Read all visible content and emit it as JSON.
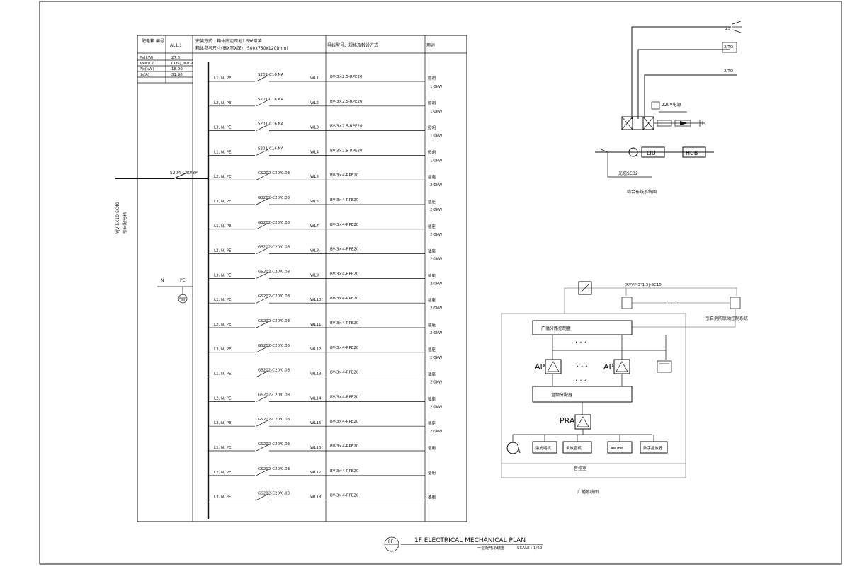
{
  "panel": {
    "header_id_label": "配电箱\n编号",
    "header_id_value": "AL1.1",
    "install_mode": "安装方式：箱体底边距地1.5米暗装",
    "box_size": "箱体参考尺寸(高X宽X深)：500x750x120(mm)",
    "col_cable": "导线型号、规格及敷设方式",
    "col_usage": "用途",
    "params": [
      {
        "label": "Pe(kW)",
        "value": "27.0"
      },
      {
        "label": "Kx=0.7",
        "value": "COS□=0.9"
      },
      {
        "label": "Pjs(kW)",
        "value": "18.90"
      },
      {
        "label": "Ijs(A)",
        "value": "31.90"
      }
    ],
    "incoming_cable": "YJV-5X10-SC40",
    "incoming_note": "引自配电箱",
    "main_breaker": "S204-C40/3P",
    "neutral_label": "N",
    "pe_label": "PE",
    "circuits": [
      {
        "phase": "L1, N, PE",
        "breaker": "S201-C16 NA",
        "id": "WL1",
        "cable": "BV-3×2.5-RPE20",
        "usage": "照明",
        "power": "1.0kW"
      },
      {
        "phase": "L2, N, PE",
        "breaker": "S201-C16 NA",
        "id": "WL2",
        "cable": "BV-3×2.5-RPE20",
        "usage": "照明",
        "power": "1.0kW"
      },
      {
        "phase": "L3, N, PE",
        "breaker": "S201-C16 NA",
        "id": "WL3",
        "cable": "BV-3×2.5-RPE20",
        "usage": "照明",
        "power": "1.0kW"
      },
      {
        "phase": "L1, N, PE",
        "breaker": "S201-C16 NA",
        "id": "WL4",
        "cable": "BV-3×2.5-RPE20",
        "usage": "照明",
        "power": "1.0kW"
      },
      {
        "phase": "L2, N, PE",
        "breaker": "GS202-C20/0.03",
        "id": "WL5",
        "cable": "BV-3×4-RPE20",
        "usage": "插座",
        "power": "2.0kW"
      },
      {
        "phase": "L3, N, PE",
        "breaker": "GS202-C20/0.03",
        "id": "WL6",
        "cable": "BV-3×4-RPE20",
        "usage": "插座",
        "power": "2.0kW"
      },
      {
        "phase": "L1, N, PE",
        "breaker": "GS202-C20/0.03",
        "id": "WL7",
        "cable": "BV-3×4-RPE20",
        "usage": "插座",
        "power": "2.0kW"
      },
      {
        "phase": "L2, N, PE",
        "breaker": "GS202-C20/0.03",
        "id": "WL8",
        "cable": "BV-3×4-RPE20",
        "usage": "插座",
        "power": "2.0kW"
      },
      {
        "phase": "L3, N, PE",
        "breaker": "GS202-C20/0.03",
        "id": "WL9",
        "cable": "BV-3×4-RPE20",
        "usage": "插座",
        "power": "2.0kW"
      },
      {
        "phase": "L1, N, PE",
        "breaker": "GS202-C20/0.03",
        "id": "WL10",
        "cable": "BV-3×4-RPE20",
        "usage": "插座",
        "power": "2.0kW"
      },
      {
        "phase": "L2, N, PE",
        "breaker": "GS202-C20/0.03",
        "id": "WL11",
        "cable": "BV-3×4-RPE20",
        "usage": "插座",
        "power": "2.0kW"
      },
      {
        "phase": "L3, N, PE",
        "breaker": "GS202-C20/0.03",
        "id": "WL12",
        "cable": "BV-3×4-RPE20",
        "usage": "插座",
        "power": "2.0kW"
      },
      {
        "phase": "L1, N, PE",
        "breaker": "GS202-C20/0.03",
        "id": "WL13",
        "cable": "BV-3×4-RPE20",
        "usage": "插座",
        "power": "2.0kW"
      },
      {
        "phase": "L2, N, PE",
        "breaker": "GS202-C20/0.03",
        "id": "WL14",
        "cable": "BV-3×4-RPE20",
        "usage": "插座",
        "power": "2.0kW"
      },
      {
        "phase": "L3, N, PE",
        "breaker": "GS202-C20/0.03",
        "id": "WL15",
        "cable": "BV-3×4-RPE20",
        "usage": "插座",
        "power": "2.0kW"
      },
      {
        "phase": "L1, N, PE",
        "breaker": "GS202-C20/0.03",
        "id": "WL16",
        "cable": "BV-3×4-RPE20",
        "usage": "备用",
        "power": ""
      },
      {
        "phase": "L2, N, PE",
        "breaker": "GS202-C20/0.03",
        "id": "WL17",
        "cable": "BV-3×4-RPE20",
        "usage": "备用",
        "power": ""
      },
      {
        "phase": "L3, N, PE",
        "breaker": "GS202-C20/0.03",
        "id": "WL18",
        "cable": "BV-3×4-RPE20",
        "usage": "备用",
        "power": ""
      }
    ]
  },
  "cabling": {
    "top_label": "23",
    "mid_label": "2/TO",
    "lower_label": "2/TO",
    "power_label": "220V电源",
    "liu_label": "LIU",
    "hub_label": "HUB",
    "fiber_label": "光缆SC32",
    "caption": "综合布线系统图"
  },
  "broadcast": {
    "cable_label": "(RVVP-3*1.5)-SC15",
    "fire_link": "引自消防联动控制系统",
    "ellipsis": "· · ·",
    "zone_panel": "广播分路控制盘",
    "ap1": "AP",
    "ap2": "AP",
    "distributor": "音频分配器",
    "pra": "PRA",
    "devices": [
      "激光唱机",
      "录放音机",
      "AM/FM",
      "数字播放器"
    ],
    "room": "音控室",
    "caption": "广播系统图"
  },
  "title": {
    "circle_top": "FF",
    "circle_bottom": "—",
    "main": "1F ELECTRICAL MECHANICAL PLAN",
    "sub": "一层配电系统图",
    "scale": "SCALE : 1/60"
  }
}
